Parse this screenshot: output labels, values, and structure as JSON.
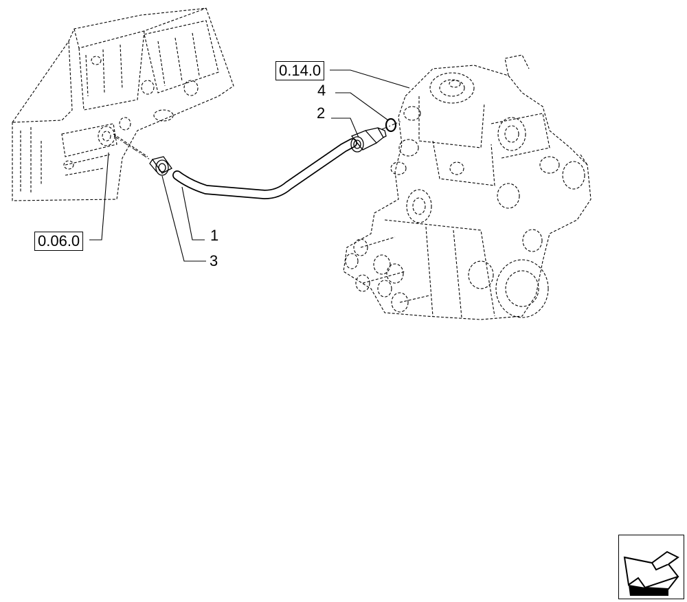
{
  "references": {
    "left_ref": "0.06.0",
    "right_ref": "0.14.0"
  },
  "callouts": [
    {
      "id": "item-1",
      "label": "1"
    },
    {
      "id": "item-2",
      "label": "2"
    },
    {
      "id": "item-3",
      "label": "3"
    },
    {
      "id": "item-4",
      "label": "4"
    }
  ],
  "navigation": {
    "icon": "previous-page-arrow-icon"
  }
}
